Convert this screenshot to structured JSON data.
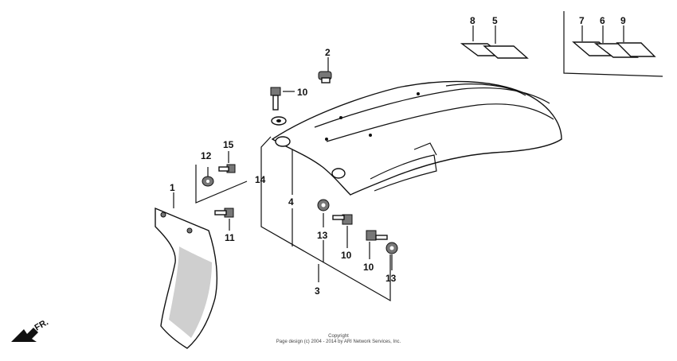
{
  "callouts": {
    "c1": "1",
    "c2": "2",
    "c3": "3",
    "c4": "4",
    "c5": "5",
    "c6": "6",
    "c7": "7",
    "c8": "8",
    "c9": "9",
    "c10a": "10",
    "c10b": "10",
    "c10c": "10",
    "c11": "11",
    "c12": "12",
    "c13a": "13",
    "c13b": "13",
    "c14": "14",
    "c15": "15"
  },
  "direction": {
    "label": "FR."
  },
  "footer": {
    "line1": "Copyright",
    "line2": "Page design (c) 2004 - 2014 by ARI Network Services, Inc."
  },
  "colors": {
    "ink": "#111111",
    "paper": "#ffffff"
  }
}
